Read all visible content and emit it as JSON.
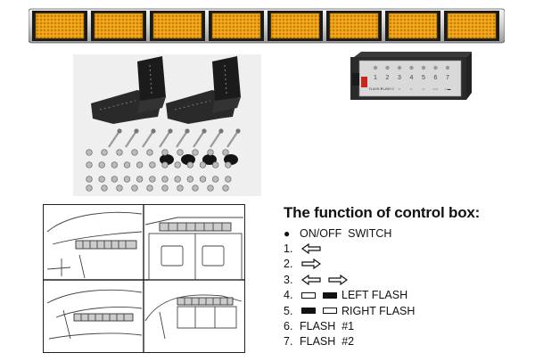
{
  "control_box": {
    "buttons": [
      "1",
      "2",
      "3",
      "4",
      "5",
      "6",
      "7"
    ],
    "labels": [
      "FLASH 1",
      "FLASH 2",
      "☼",
      "⇦",
      "⇨",
      "⇦⇨",
      "▭▬"
    ]
  },
  "functions": {
    "title": "The function of control box:",
    "items": [
      {
        "marker": "●",
        "text": "ON/OFF  SWITCH",
        "icons": []
      },
      {
        "marker": "1.",
        "text": "",
        "icons": [
          "arrow-left-icon"
        ]
      },
      {
        "marker": "2.",
        "text": "",
        "icons": [
          "arrow-right-icon"
        ]
      },
      {
        "marker": "3.",
        "text": "",
        "icons": [
          "arrow-left-icon",
          "arrow-right-icon"
        ]
      },
      {
        "marker": "4.",
        "text": "LEFT FLASH",
        "icons": [
          "outline-rect-icon",
          "filled-rect-icon"
        ]
      },
      {
        "marker": "5.",
        "text": "RIGHT FLASH",
        "icons": [
          "filled-rect-icon",
          "outline-rect-icon"
        ]
      },
      {
        "marker": "6.",
        "text": "FLASH  #1",
        "icons": []
      },
      {
        "marker": "7.",
        "text": "FLASH  #2",
        "icons": []
      }
    ]
  },
  "colors": {
    "amber": "#f0a81c",
    "amber_dark": "#b8700a",
    "housing": "#1a1a1a",
    "silver": "#d8d8d8"
  }
}
